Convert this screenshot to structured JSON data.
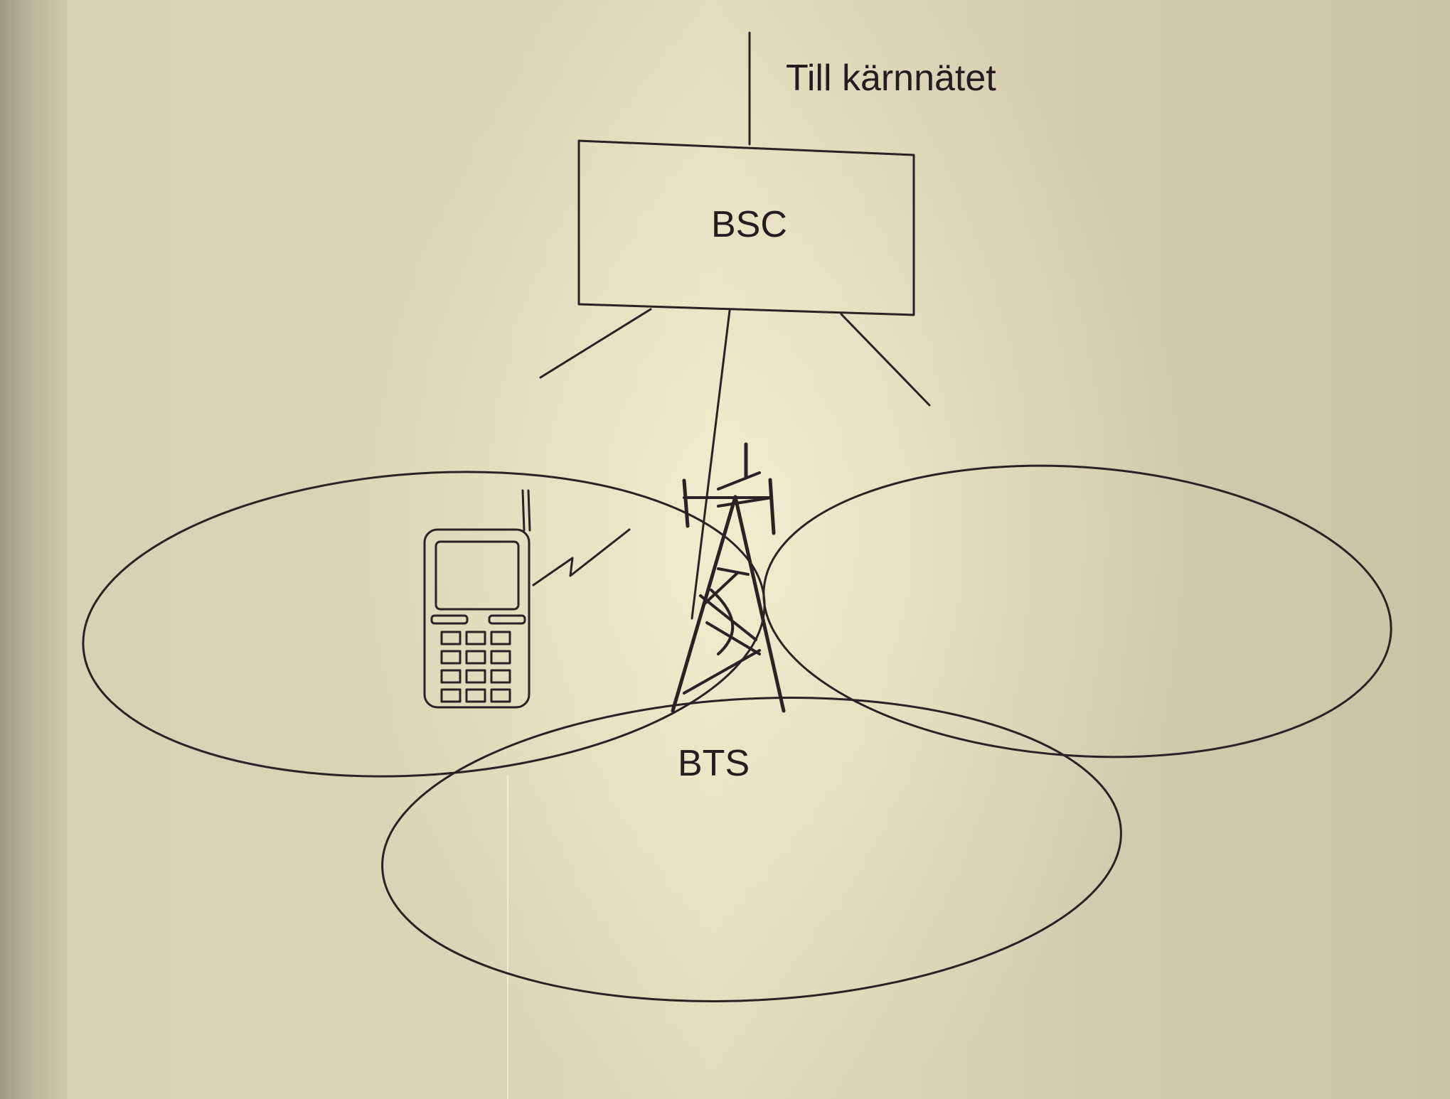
{
  "labels": {
    "core": "Till kärnnätet",
    "bsc": "BSC",
    "bts": "BTS"
  },
  "icons": [
    "cell-tower-icon",
    "mobile-phone-icon",
    "radio-signal-icon"
  ],
  "colors": {
    "ink": "#2a2224",
    "paper": "#ddd3b7"
  }
}
